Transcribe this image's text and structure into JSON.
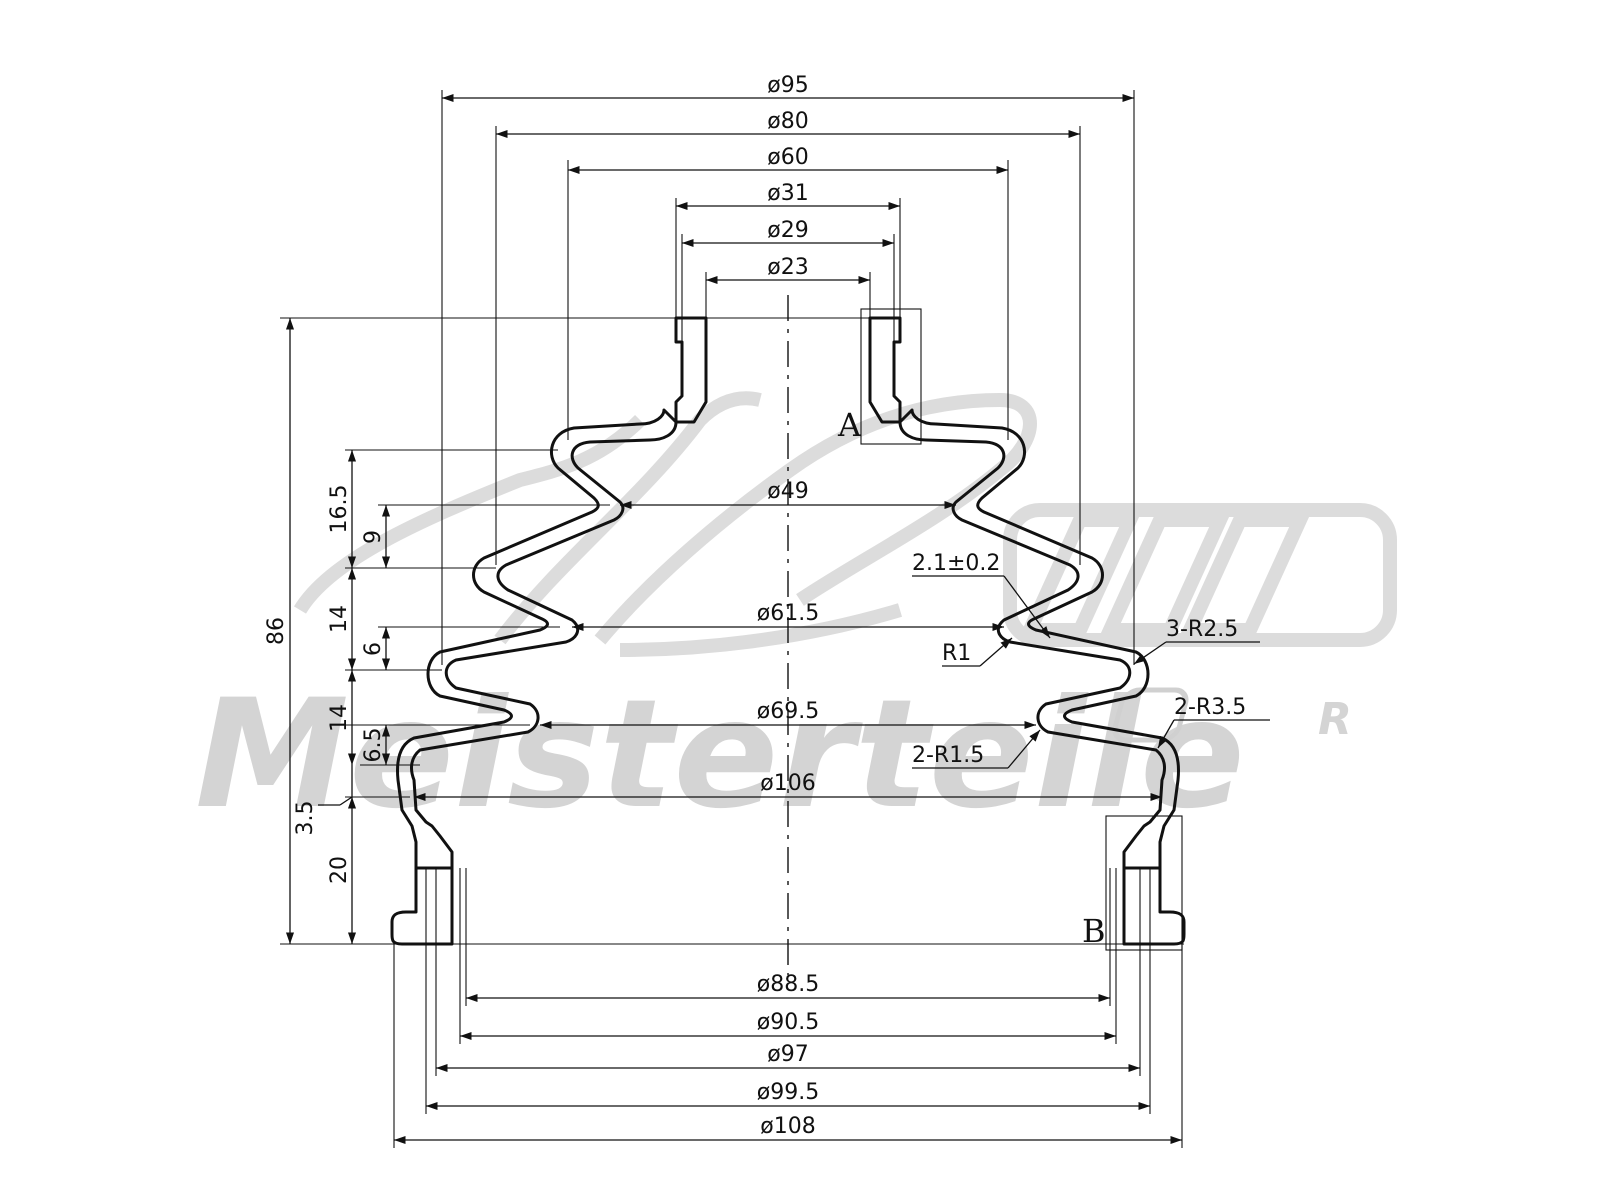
{
  "watermark": {
    "brand": "Meisterteile",
    "registered_mark": "R"
  },
  "top_diameters": [
    "ø95",
    "ø80",
    "ø60",
    "ø31",
    "ø29",
    "ø23"
  ],
  "inner_diameters": [
    "ø49",
    "ø61.5",
    "ø69.5",
    "ø106"
  ],
  "bottom_diameters": [
    "ø88.5",
    "ø90.5",
    "ø97",
    "ø99.5",
    "ø108"
  ],
  "vertical_dims": {
    "overall": "86",
    "d16_5": "16.5",
    "d9": "9",
    "d14a": "14",
    "d6": "6",
    "d14b": "14",
    "d6_5": "6.5",
    "d3_5": "3.5",
    "d20": "20"
  },
  "callouts": {
    "thickness": "2.1±0.2",
    "r1": "R1",
    "r2_5": "3-R2.5",
    "r3_5": "2-R3.5",
    "r1_5": "2-R1.5"
  },
  "detail_labels": {
    "a": "A",
    "b": "B"
  }
}
